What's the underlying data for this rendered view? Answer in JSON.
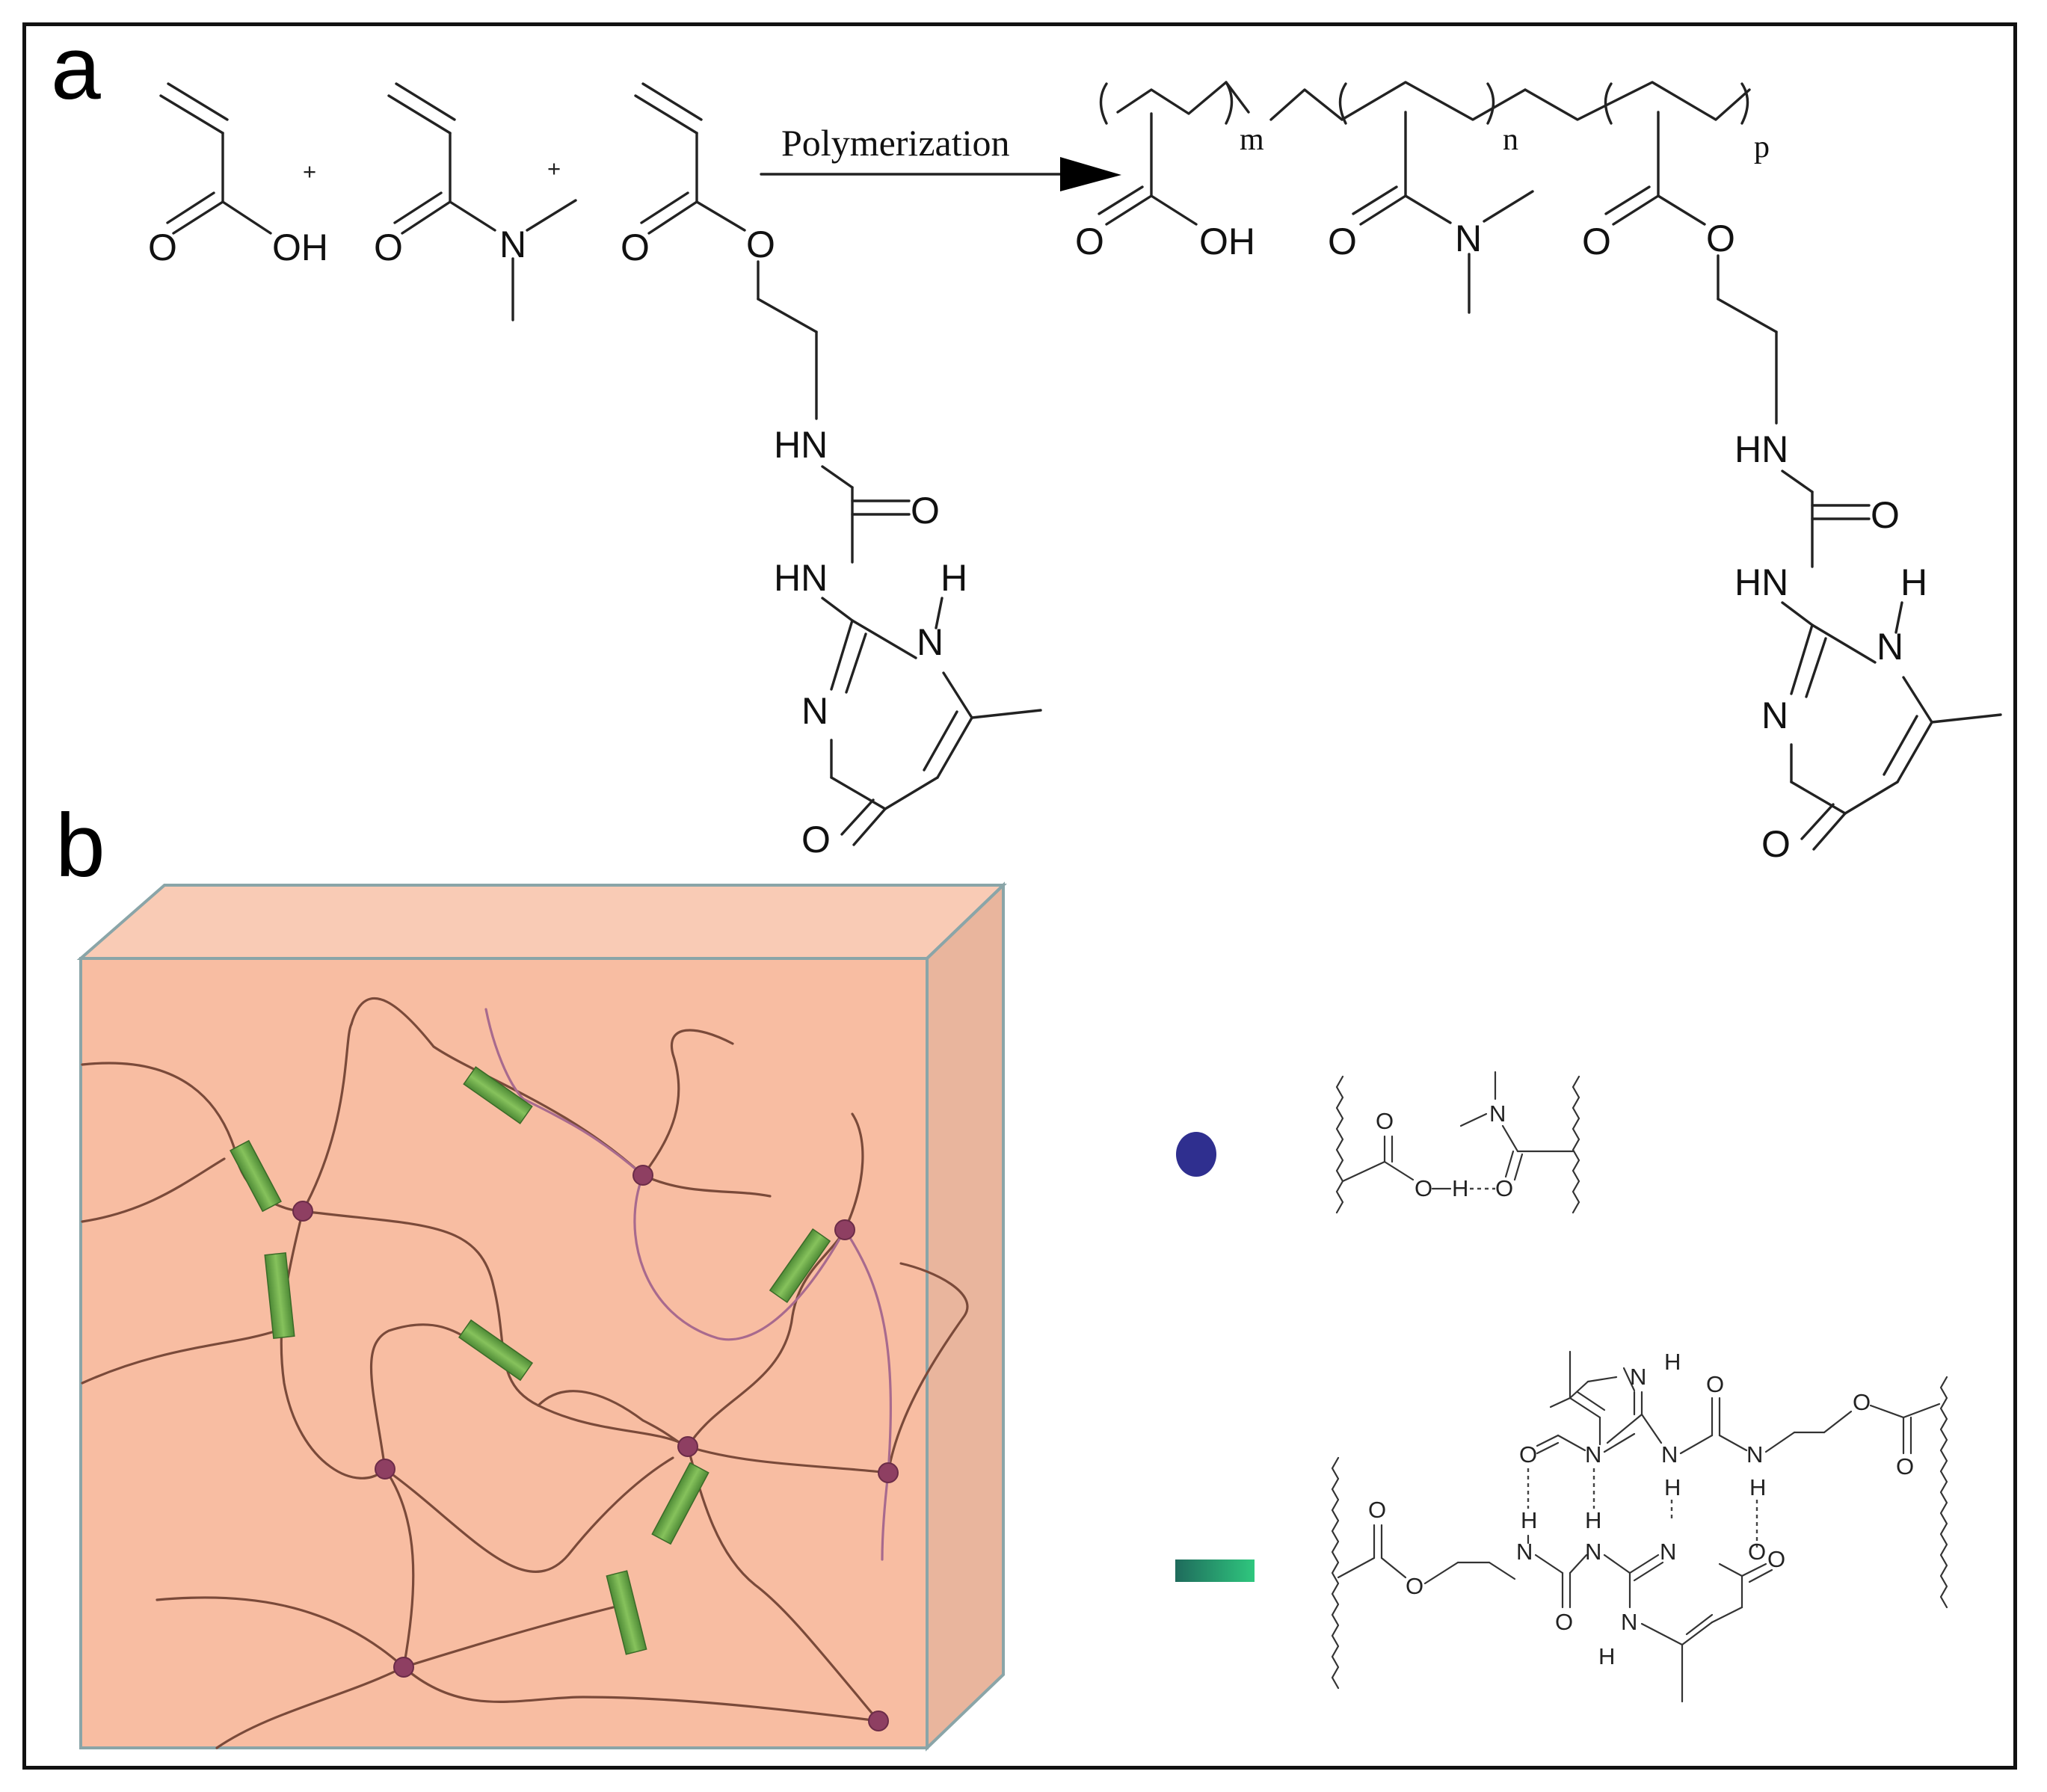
{
  "panels": {
    "a": {
      "label": "a"
    },
    "b": {
      "label": "b"
    }
  },
  "reaction": {
    "arrow_label": "Polymerization",
    "plus": "+"
  },
  "atoms": {
    "O": "O",
    "OH": "OH",
    "N": "N",
    "HN": "HN",
    "H": "H"
  },
  "subscripts": {
    "m": "m",
    "n": "n",
    "p": "p"
  },
  "legend": {
    "circle_color": "#2f2f8f",
    "bar_gradient": [
      "#1f6b5c",
      "#2fc77e"
    ]
  },
  "colors": {
    "box_front": "#f8bda2",
    "box_top": "#f9cbb5",
    "box_side": "#e9b59d",
    "box_edge": "#8aa5a8",
    "chain": "#7a4a3a",
    "chain_alt": "#a86a8e",
    "crosslink_node": "#8e3f62",
    "upy_segment": "#6faa4a"
  }
}
